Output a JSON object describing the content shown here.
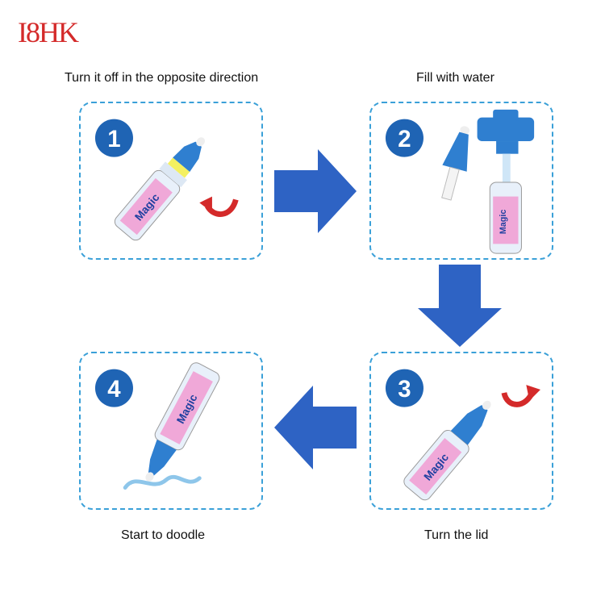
{
  "logo_text": "I8HK",
  "colors": {
    "brand_red": "#d42a2a",
    "arrow_blue": "#2e63c4",
    "border_blue": "#3aa0d8",
    "pen_blue": "#2f7fd0"
  },
  "steps": [
    {
      "number": "1",
      "caption": "Turn it off in the opposite direction",
      "icon": "open-cap-icon"
    },
    {
      "number": "2",
      "caption": "Fill with water",
      "icon": "faucet-icon"
    },
    {
      "number": "3",
      "caption": "Turn the lid",
      "icon": "close-cap-icon"
    },
    {
      "number": "4",
      "caption": "Start to doodle",
      "icon": "doodle-icon"
    }
  ],
  "pen_label": "Magic"
}
